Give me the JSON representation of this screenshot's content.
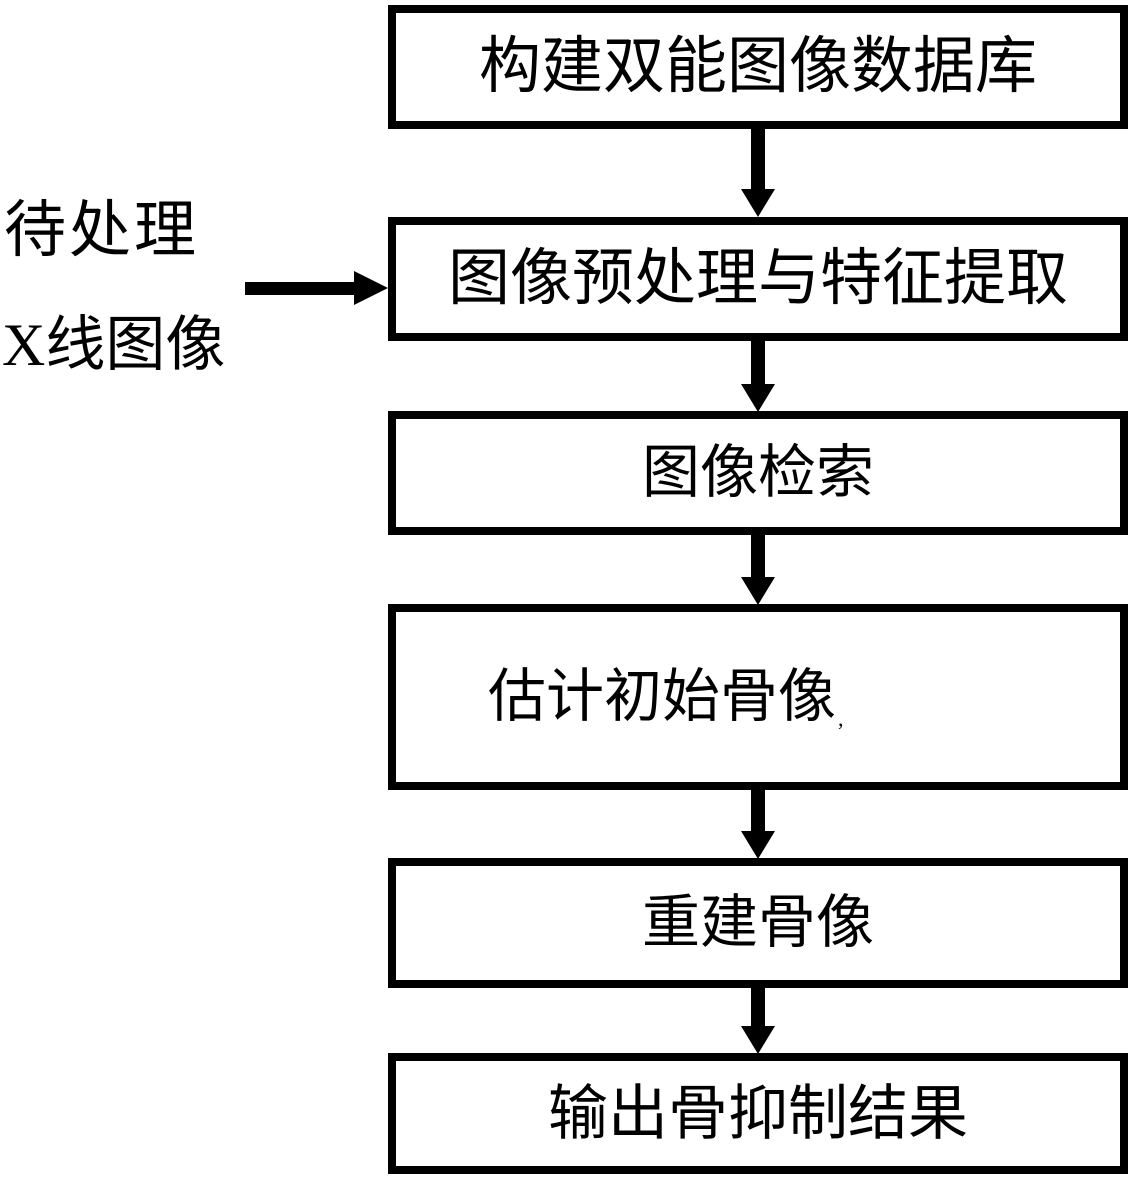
{
  "colors": {
    "ink": "#000000",
    "background": "#ffffff"
  },
  "side_label": {
    "line1": "待处理",
    "line2": "X线图像"
  },
  "flow": {
    "boxes": [
      {
        "label": "构建双能图像数据库"
      },
      {
        "label": "图像预处理与特征提取"
      },
      {
        "label": "图像检索"
      },
      {
        "label": "估计初始骨像",
        "trailing_mark": ","
      },
      {
        "label": "重建骨像"
      },
      {
        "label": "输出骨抑制结果"
      }
    ]
  }
}
